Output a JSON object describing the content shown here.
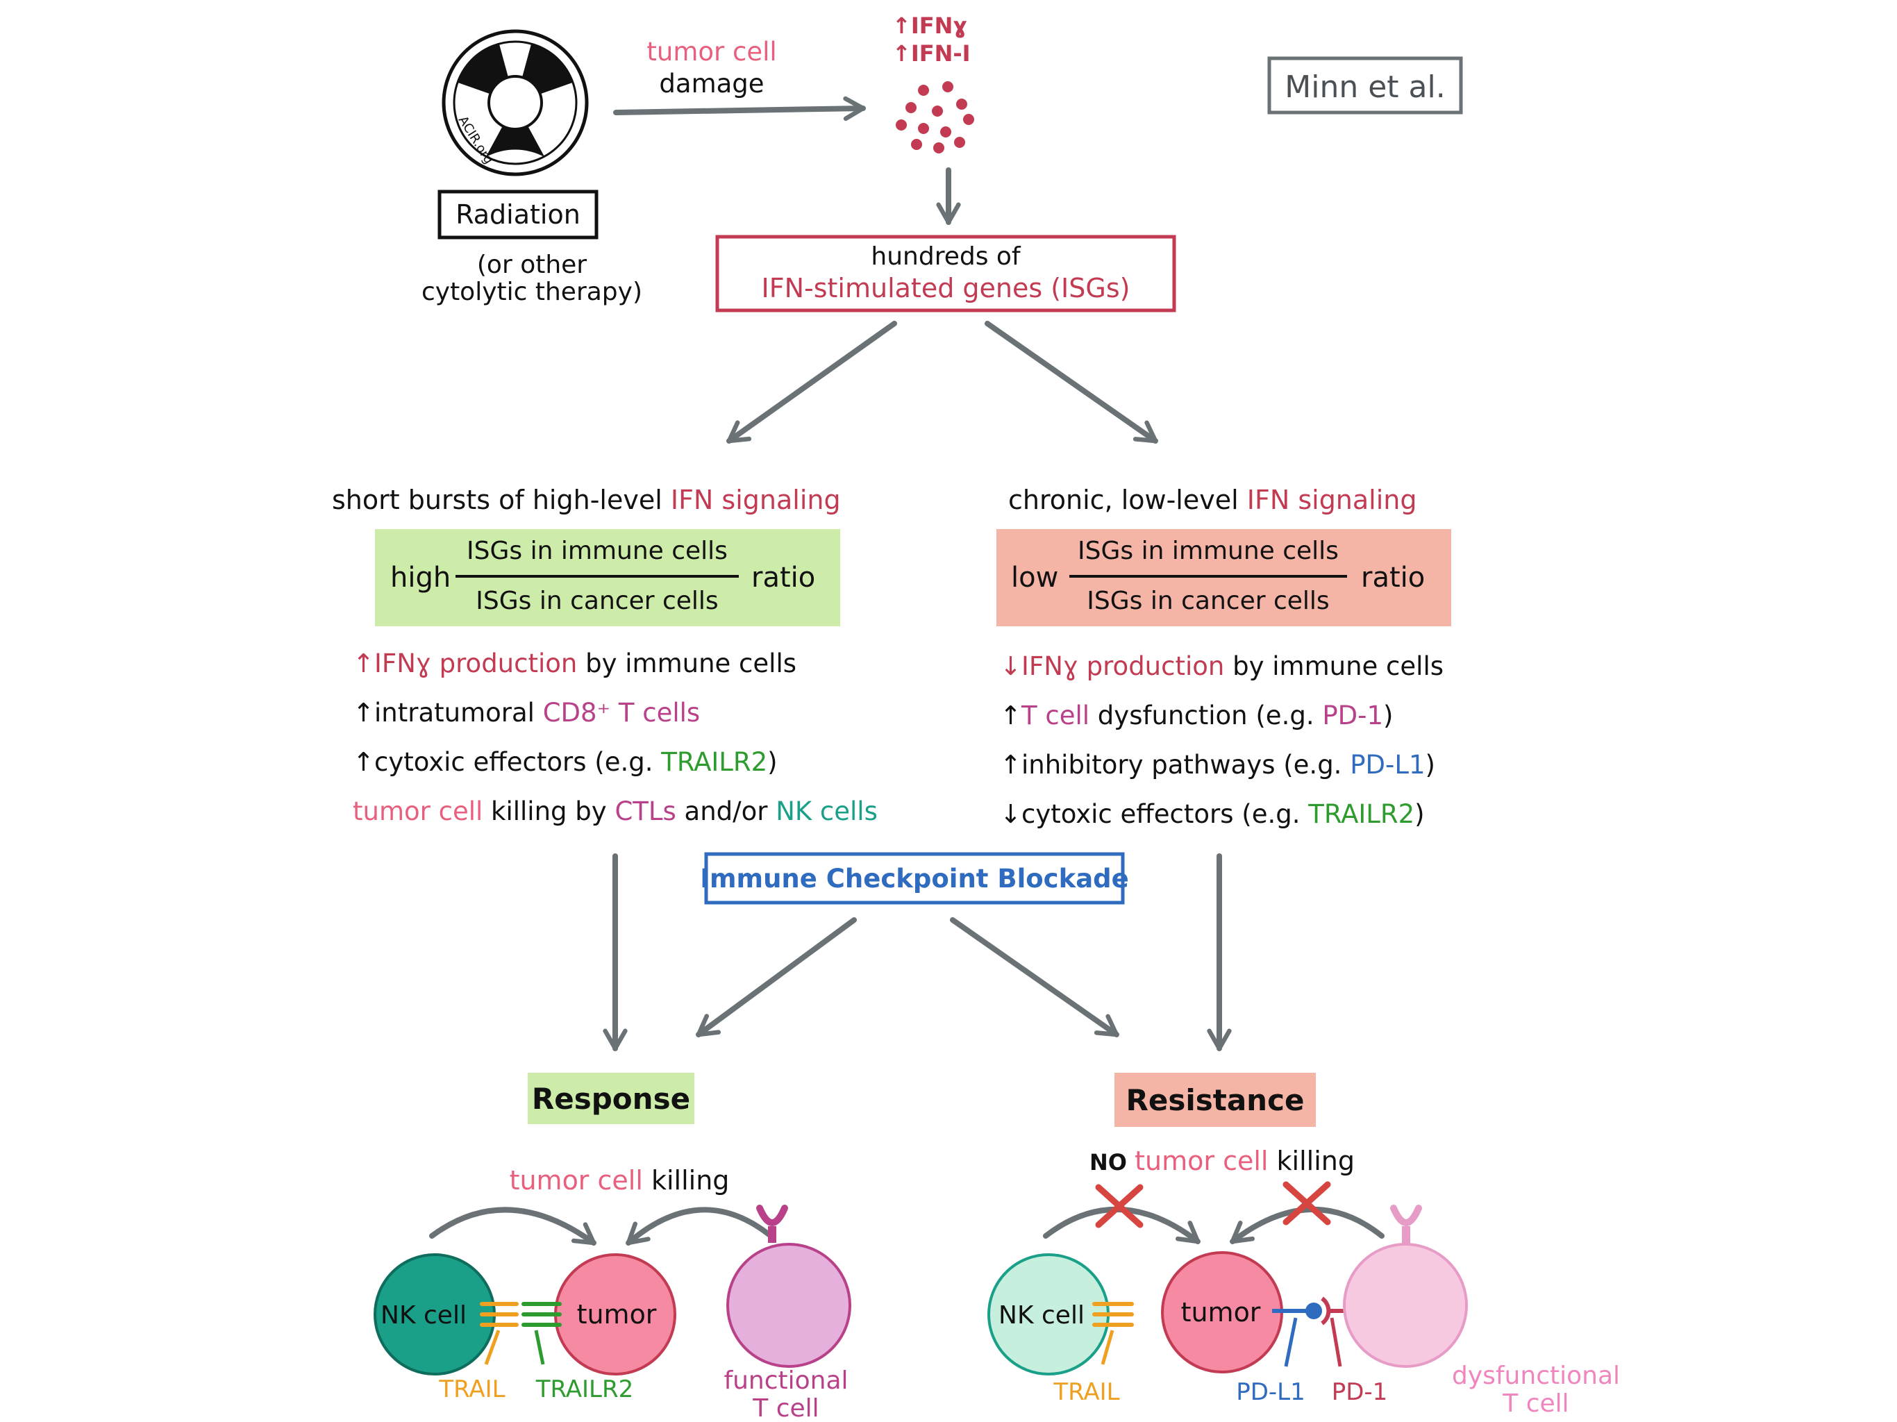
{
  "logo": {
    "text": "ACIR.org"
  },
  "top": {
    "therapy_label": "Radiation",
    "therapy_sub1": "(or other",
    "therapy_sub2": "cytolytic therapy)",
    "damage_colored": "tumor cell",
    "damage_plain": "damage",
    "ifn_gamma": "↑IFNɣ",
    "ifn_i": "↑IFN-I",
    "citation": "Minn et al.",
    "isg_line1": "hundreds of",
    "isg_line2": "IFN-stimulated genes (ISGs)"
  },
  "left": {
    "heading_plain": "short bursts of high-level",
    "heading_colored": "IFN signaling",
    "ratio_prefix": "high",
    "ratio_num": "ISGs in immune cells",
    "ratio_den": "ISGs in cancer cells",
    "ratio_suffix": "ratio",
    "b1_colored": "↑IFNɣ production",
    "b1_plain": " by immune cells",
    "b2_plain": "↑intratumoral ",
    "b2_colored": "CD8⁺ T cells",
    "b3_plain": "↑cytoxic effectors (e.g. ",
    "b3_colored": "TRAILR2",
    "b3_close": ")",
    "b4_a": "tumor cell",
    "b4_b": " killing by ",
    "b4_c": "CTLs",
    "b4_d": " and/or ",
    "b4_e": "NK cells"
  },
  "right": {
    "heading_plain": "chronic, low-level",
    "heading_colored": "IFN signaling",
    "ratio_prefix": "low",
    "ratio_num": "ISGs in immune cells",
    "ratio_den": "ISGs in cancer cells",
    "ratio_suffix": "ratio",
    "b1_colored": "↓IFNɣ production",
    "b1_plain": " by immune cells",
    "b2_a": "↑",
    "b2_b": "T cell",
    "b2_c": " dysfunction (e.g. ",
    "b2_d": "PD-1",
    "b2_e": ")",
    "b3_plain": "↑inhibitory pathways (e.g. ",
    "b3_colored": "PD-L1",
    "b3_close": ")",
    "b4_plain": "↓cytoxic effectors (e.g. ",
    "b4_colored": "TRAILR2",
    "b4_close": ")"
  },
  "middle": {
    "checkpoint": "Immune Checkpoint Blockade"
  },
  "response": {
    "label": "Response",
    "kill_colored": "tumor cell",
    "kill_plain": " killing",
    "nk": "NK cell",
    "tumor": "tumor",
    "trail": "TRAIL",
    "trailr2": "TRAILR2",
    "tcell_1": "functional",
    "tcell_2": "T cell"
  },
  "resistance": {
    "label": "Resistance",
    "kill_no": "NO ",
    "kill_colored": "tumor cell",
    "kill_plain": " killing",
    "nk": "NK cell",
    "tumor": "tumor",
    "trail": "TRAIL",
    "pdl1": "PD-L1",
    "pd1": "PD-1",
    "tcell_1": "dysfunctional",
    "tcell_2": "T cell"
  },
  "colors": {
    "red": "#c23b52",
    "pink": "#e8607e",
    "magenta": "#b8418a",
    "green": "#2e9b2e",
    "teal": "#1aa089",
    "blue": "#2f6bbf",
    "orange": "#f0a020",
    "arrow_gray": "#6b7276",
    "response_bg": "#cdeba9",
    "resistance_bg": "#f4b4a6"
  }
}
